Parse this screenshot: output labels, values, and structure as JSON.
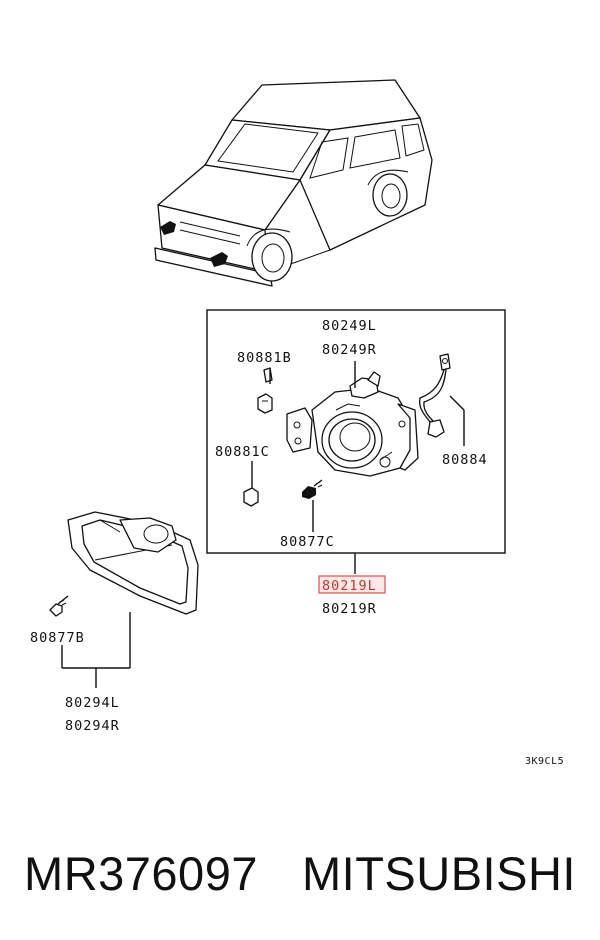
{
  "labels": {
    "fog_lamp_unit_left": "80249L",
    "fog_lamp_unit_right": "80249R",
    "clip_b": "80881B",
    "clip_c": "80881C",
    "harness": "80884",
    "screw_c": "80877C",
    "assembly_left": "80219L",
    "assembly_right": "80219R",
    "screw_b": "80877B",
    "cover_left": "80294L",
    "cover_right": "80294R",
    "diagram_code": "3K9CL5"
  },
  "caption": {
    "part_number": "MR376097",
    "brand": "MITSUBISHI"
  },
  "colors": {
    "highlight_fill": "#fde8e8",
    "highlight_stroke": "#e05050",
    "ink": "#111111"
  }
}
